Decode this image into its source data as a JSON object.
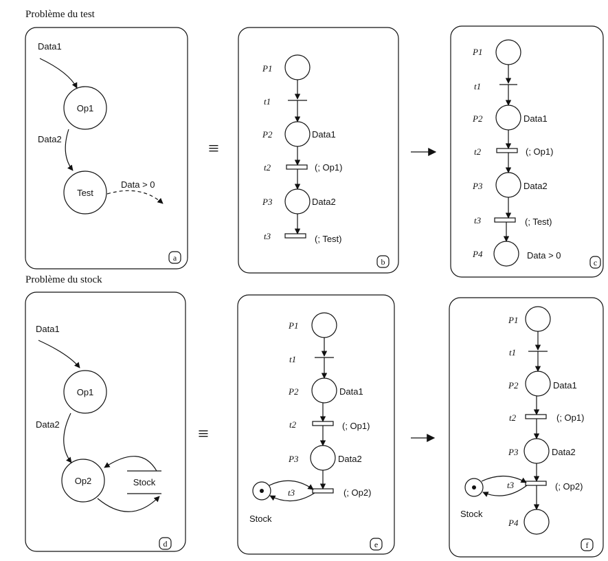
{
  "sections": {
    "top_title": "Problème du test",
    "bottom_title": "Problème du stock"
  },
  "equiv_symbol": "≡",
  "panels": {
    "a": {
      "tag": "a",
      "data1": "Data1",
      "op1": "Op1",
      "data2": "Data2",
      "test": "Test",
      "cond": "Data > 0"
    },
    "b": {
      "tag": "b",
      "p1": "P1",
      "t1": "t1",
      "p2": "P2",
      "t2": "t2",
      "p3": "P3",
      "t3": "t3",
      "data1": "Data1",
      "op1": "(; Op1)",
      "data2": "Data2",
      "test": "(; Test)"
    },
    "c": {
      "tag": "c",
      "p1": "P1",
      "t1": "t1",
      "p2": "P2",
      "t2": "t2",
      "p3": "P3",
      "t3": "t3",
      "p4": "P4",
      "data1": "Data1",
      "op1": "(; Op1)",
      "data2": "Data2",
      "test": "(; Test)",
      "cond": "Data > 0"
    },
    "d": {
      "tag": "d",
      "data1": "Data1",
      "op1": "Op1",
      "data2": "Data2",
      "op2": "Op2",
      "stock": "Stock"
    },
    "e": {
      "tag": "e",
      "p1": "P1",
      "t1": "t1",
      "p2": "P2",
      "t2": "t2",
      "p3": "P3",
      "t3": "t3",
      "data1": "Data1",
      "op1": "(; Op1)",
      "data2": "Data2",
      "op2": "(; Op2)",
      "stock": "Stock"
    },
    "f": {
      "tag": "f",
      "p1": "P1",
      "t1": "t1",
      "p2": "P2",
      "t2": "t2",
      "p3": "P3",
      "t3": "t3",
      "p4": "P4",
      "data1": "Data1",
      "op1": "(; Op1)",
      "data2": "Data2",
      "op2": "(; Op2)",
      "stock": "Stock"
    }
  }
}
